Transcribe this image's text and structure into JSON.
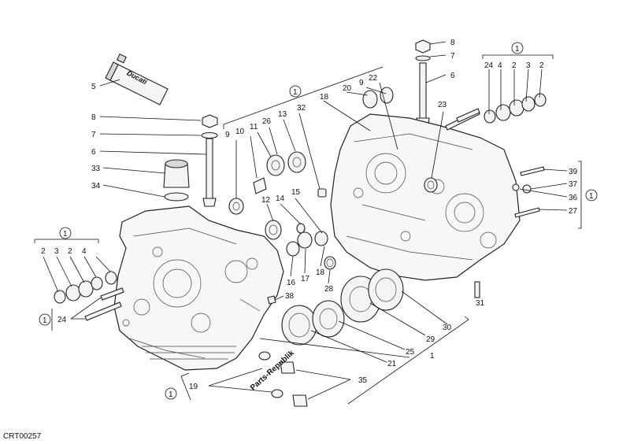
{
  "diagram": {
    "code": "CRT00257",
    "watermark": "Parts-Republik",
    "tube_brand": "Ducati",
    "circled_marker": "1",
    "callouts": {
      "c5": "5",
      "c8a": "8",
      "c7a": "7",
      "c6a": "6",
      "c33": "33",
      "c34": "34",
      "c8b": "8",
      "c7b": "7",
      "c6b": "6",
      "c24a": "24",
      "c4a": "4",
      "c2a": "2",
      "c3a": "3",
      "c2b": "2",
      "c39": "39",
      "c37": "37",
      "c36": "36",
      "c27": "27",
      "c2c": "2",
      "c3b": "3",
      "c2d": "2",
      "c4b": "4",
      "c24b": "24",
      "c32": "32",
      "c18a": "18",
      "c20": "20",
      "c9a": "9",
      "c22": "22",
      "c23": "23",
      "c9b": "9",
      "c10": "10",
      "c11": "11",
      "c26": "26",
      "c13": "13",
      "c12": "12",
      "c14": "14",
      "c15": "15",
      "c16": "16",
      "c17": "17",
      "c18b": "18",
      "c28": "28",
      "c38": "38",
      "c31": "31",
      "c30": "30",
      "c29": "29",
      "c25": "25",
      "c21": "21",
      "c1": "1",
      "c19": "19",
      "c35": "35"
    }
  }
}
